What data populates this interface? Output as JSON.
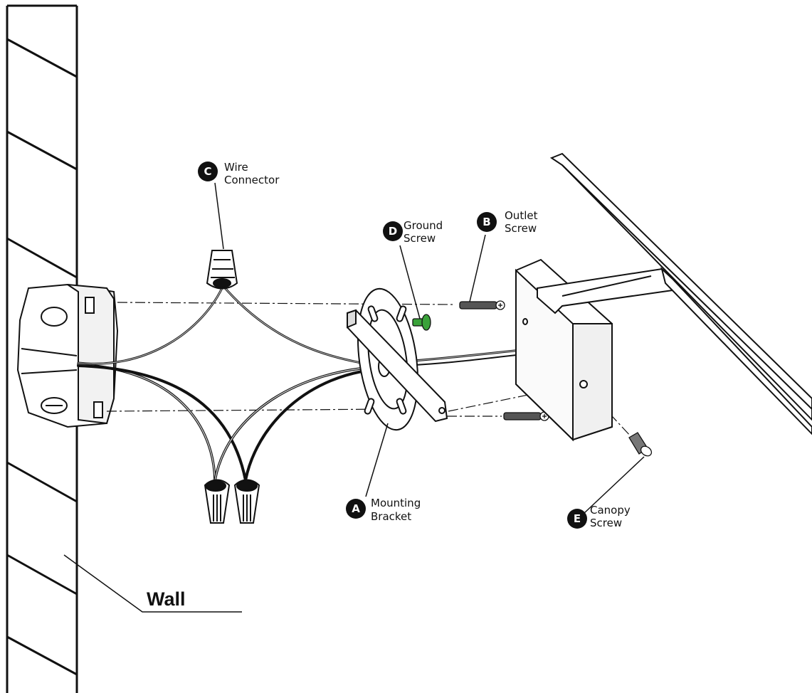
{
  "wall": {
    "label": "Wall"
  },
  "callouts": [
    {
      "id": "A",
      "name": "mounting-bracket",
      "line1": "Mounting",
      "line2": "Bracket"
    },
    {
      "id": "B",
      "name": "outlet-screw",
      "line1": "Outlet",
      "line2": "Screw"
    },
    {
      "id": "C",
      "name": "wire-connector",
      "line1": "Wire",
      "line2": "Connector"
    },
    {
      "id": "D",
      "name": "ground-screw",
      "line1": "Ground",
      "line2": "Screw"
    },
    {
      "id": "E",
      "name": "canopy-screw",
      "line1": "Canopy",
      "line2": "Screw"
    }
  ],
  "colors": {
    "ink": "#111111",
    "ground_screw": "#3aa23a",
    "badge": "#111111"
  }
}
